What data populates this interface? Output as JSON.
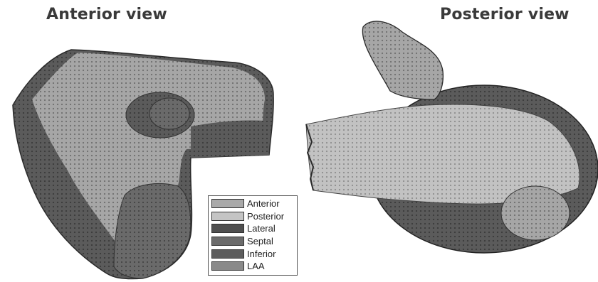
{
  "views": {
    "anterior": {
      "title": "Anterior view"
    },
    "posterior": {
      "title": "Posterior view"
    }
  },
  "legend": {
    "items": [
      {
        "label": "Anterior",
        "color": "#a9a9a9"
      },
      {
        "label": "Posterior",
        "color": "#c4c4c4"
      },
      {
        "label": "Lateral",
        "color": "#4f4f4f"
      },
      {
        "label": "Septal",
        "color": "#6b6b6b"
      },
      {
        "label": "Inferior",
        "color": "#5c5c5c"
      },
      {
        "label": "LAA",
        "color": "#8a8a8a"
      }
    ]
  }
}
